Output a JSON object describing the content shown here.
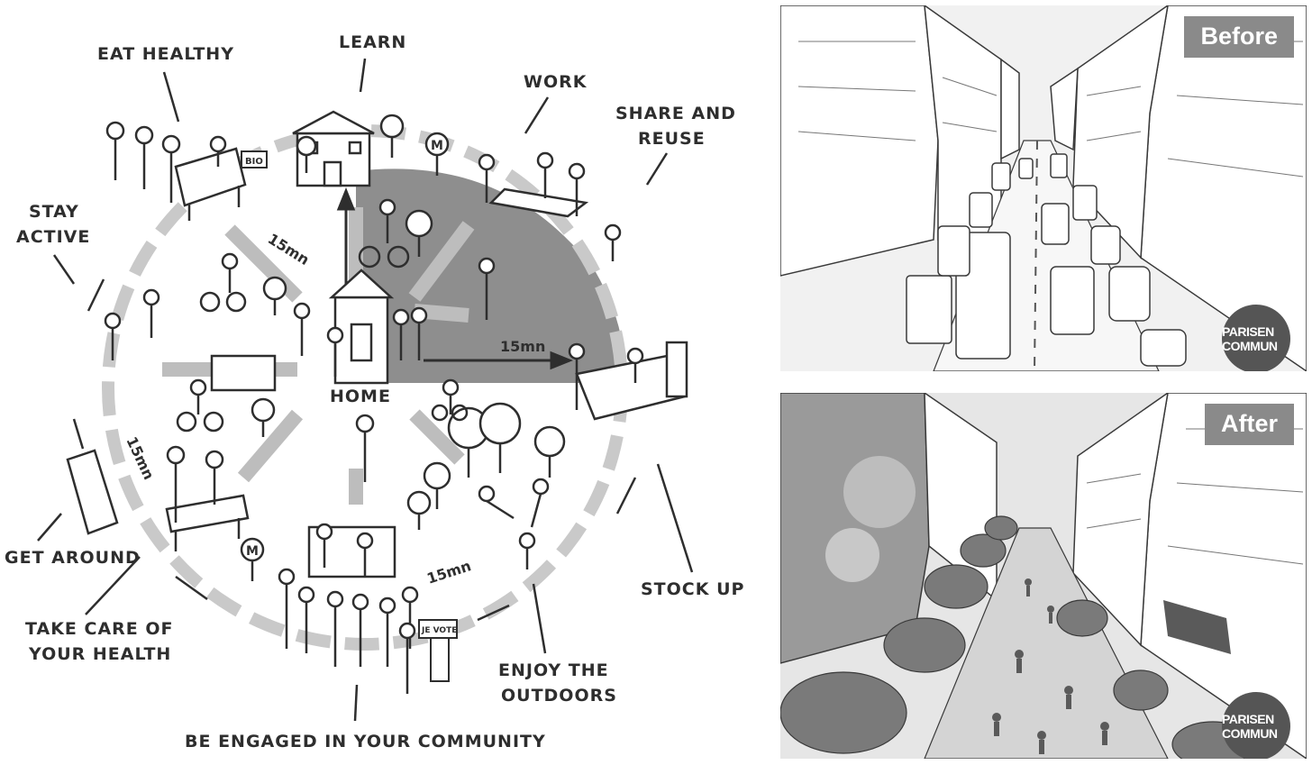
{
  "diagram": {
    "center_label": "HOME",
    "labels": {
      "eat_healthy": "EAT HEALTHY",
      "learn": "LEARN",
      "work": "WORK",
      "share_reuse_1": "SHARE AND",
      "share_reuse_2": "REUSE",
      "stay_active_1": "STAY",
      "stay_active_2": "ACTIVE",
      "stock_up": "STOCK UP",
      "get_around": "GET AROUND",
      "take_care_1": "TAKE CARE OF",
      "take_care_2": "YOUR HEALTH",
      "enjoy_1": "ENJOY THE",
      "enjoy_2": "OUTDOORS",
      "community": "BE ENGAGED IN YOUR COMMUNITY"
    },
    "distance_labels": {
      "top": "15mn",
      "right": "15mn",
      "left": "15mn",
      "bottom": "15mn"
    },
    "metro_glyph": "M",
    "sign_text": "BIO",
    "board_text": "JE VOTE"
  },
  "before": {
    "tag": "Before",
    "logo": "PARISEN COMMUN"
  },
  "after": {
    "tag": "After",
    "logo": "PARISEN COMMUN"
  },
  "colors": {
    "shaded_sector": "#8e8e8e",
    "ink": "#2e2e2e",
    "road": "#bdbdbd",
    "tag_bg": "#8a8a8a"
  }
}
